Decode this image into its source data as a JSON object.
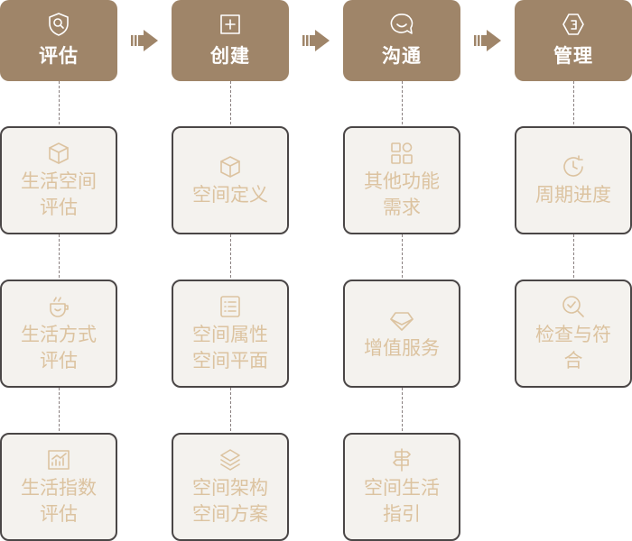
{
  "colors": {
    "header": "#9f8569",
    "card_text": "#dcc3a0",
    "card_border": "#4a4646"
  },
  "columns": [
    {
      "title": "评估",
      "icon": "shield-search-icon",
      "cards": [
        {
          "label": "生活空间评估",
          "icon": "cube-icon"
        },
        {
          "label": "生活方式评估",
          "icon": "cup-icon"
        },
        {
          "label": "生活指数评估",
          "icon": "chart-icon"
        }
      ]
    },
    {
      "title": "创建",
      "icon": "plus-square-icon",
      "cards": [
        {
          "label": "空间定义",
          "icon": "cube-icon"
        },
        {
          "label": "空间属性空间平面",
          "icon": "list-icon"
        },
        {
          "label": "空间架构空间方案",
          "icon": "layers-icon"
        }
      ]
    },
    {
      "title": "沟通",
      "icon": "chat-smile-icon",
      "cards": [
        {
          "label": "其他功能需求",
          "icon": "grid-icon"
        },
        {
          "label": "增值服务",
          "icon": "diamond-icon"
        },
        {
          "label": "空间生活指引",
          "icon": "signpost-icon"
        }
      ]
    },
    {
      "title": "管理",
      "icon": "document-icon",
      "cards": [
        {
          "label": "周期进度",
          "icon": "clock-icon"
        },
        {
          "label": "检查与符合",
          "icon": "check-search-icon"
        }
      ]
    }
  ]
}
